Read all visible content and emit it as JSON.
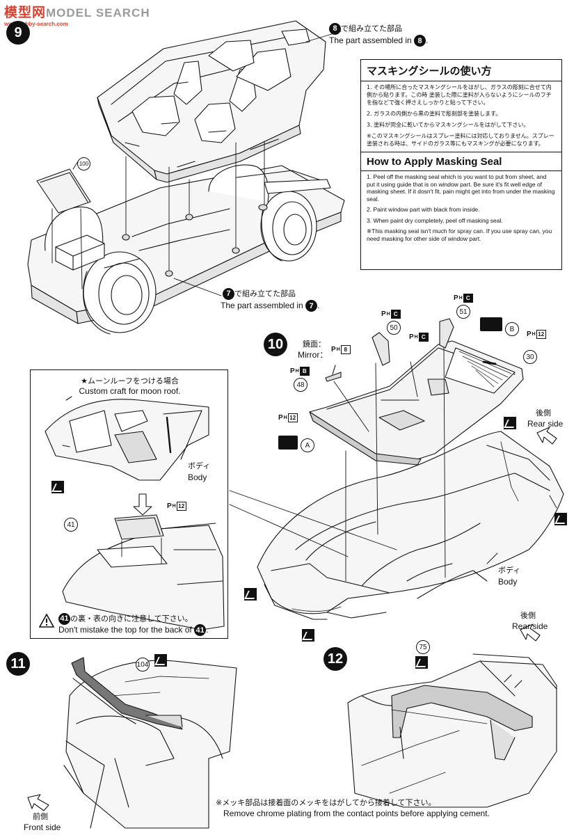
{
  "watermark": {
    "brand_cn": "模型网",
    "brand_en": "MODEL SEARCH",
    "domain": "www.hobby-search.com"
  },
  "steps": {
    "s9": "9",
    "s10": "10",
    "s11": "11",
    "s12": "12"
  },
  "step9": {
    "ref_top": {
      "num": "8",
      "jp": "で組み立てた部品",
      "en": "The part assembled in",
      "period": "."
    },
    "ref_bottom": {
      "num": "7",
      "jp": "で組み立てた部品",
      "en": "The part assembled in",
      "period": "."
    },
    "part_100": "100"
  },
  "masking": {
    "title_jp": "マスキングシールの使い方",
    "items_jp": [
      "1. その場所に合ったマスキングシールをはがし、ガラスの彫刻に合せて内側から貼ります。この時 塗装した際に塗料が入らないようにシールのフチを指などで強く押さえしっかりと貼って下さい。",
      "2. ガラスの内側から黒の塗料で彫刻部を塗装します。",
      "3. 塗料が完全に乾いてからマスキングシールをはがして下さい。",
      "※このマスキングシールはスプレー塗料には対応しておりません。スプレー塗装される時は、サイドのガラス等にもマスキングが必要になります。"
    ],
    "title_en": "How to Apply Masking Seal",
    "items_en": [
      "1. Peel off the masking seal which is you want to put from sheet, and put it using guide that is on window part. Be sure it's fit well edge of masking sheet. If it dosn't fit, pain might get into from under the masking seal.",
      "2. Paint window part with black from inside.",
      "3. When paint dry completely, peel off masking seal.",
      "※This masking seal isn't much for spray can. If you use spray can, you need masking for other side of window part."
    ]
  },
  "step10": {
    "mirror_jp": "鏡面：",
    "mirror_en": "Mirror：",
    "mirror_code": "8",
    "part_48": "48",
    "part_50": "50",
    "part_51": "51",
    "part_30": "30",
    "code_b": "B",
    "code_c": "C",
    "code_12": "12",
    "marker_a": "A",
    "marker_b": "B",
    "rear_jp": "後側",
    "rear_en": "Rear side",
    "body_jp": "ボディ",
    "body_en": "Body"
  },
  "moonroof": {
    "title_jp": "★ムーンルーフをつける場合",
    "title_en": "Custom craft for moon roof.",
    "body_jp": "ボディ",
    "body_en": "Body",
    "part_41": "41",
    "code_12": "12",
    "warning_jp": "の裏・表の向きに注意して下さい。",
    "warning_en": "Don't mistake the top for the back of",
    "warning_period": "."
  },
  "step11": {
    "part_104": "104",
    "front_jp": "前側",
    "front_en": "Front side"
  },
  "step12": {
    "part_75": "75",
    "rear_jp": "後側",
    "rear_en": "Rear side"
  },
  "footer": {
    "note_jp": "※メッキ部品は接着面のメッキをはがしてから接着して下さい。",
    "note_en": "Remove chrome plating from the contact points before applying cement."
  }
}
